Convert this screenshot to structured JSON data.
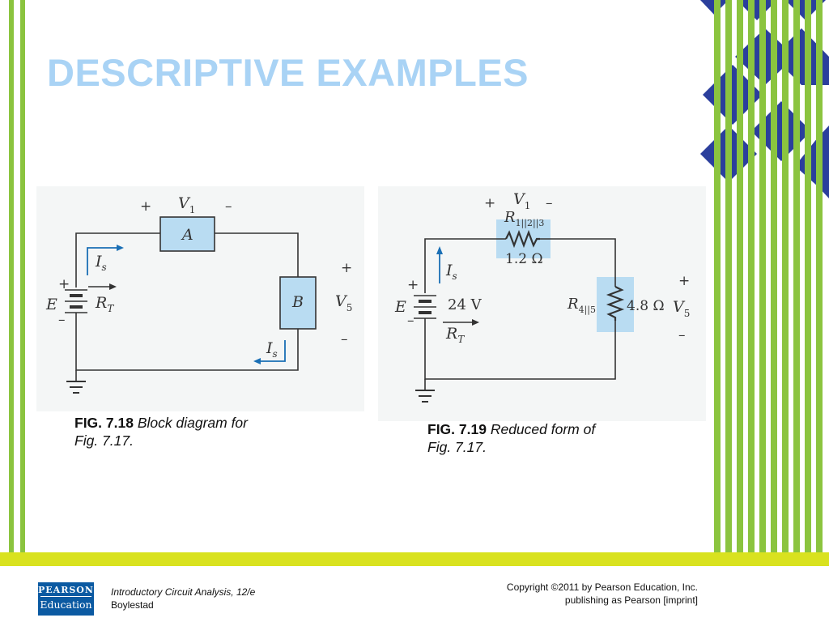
{
  "slide": {
    "title": "DESCRIPTIVE EXAMPLES"
  },
  "fig_718": {
    "caption_num": "FIG. 7.18",
    "caption_text_1": "Block diagram for",
    "caption_text_2": "Fig. 7.17.",
    "plus_top": "+",
    "v1_label": "V",
    "v1_sub": "1",
    "minus_top": "–",
    "block_a": "A",
    "block_b": "B",
    "is_top_label": "I",
    "is_top_sub": "s",
    "is_bottom_label": "I",
    "is_bottom_sub": "s",
    "batt_plus": "+",
    "batt_minus": "–",
    "e_label": "E",
    "rt_label": "R",
    "rt_sub": "T",
    "v5_plus": "+",
    "v5_label": "V",
    "v5_sub": "5",
    "v5_minus": "–"
  },
  "fig_719": {
    "caption_num": "FIG. 7.19",
    "caption_text_1": "Reduced form of",
    "caption_text_2": "Fig. 7.17.",
    "plus_top": "+",
    "v1_label": "V",
    "v1_sub": "1",
    "minus_top": "–",
    "r123_label": "R",
    "r123_sub": "1||2||3",
    "r123_value": "1.2 Ω",
    "r45_label": "R",
    "r45_sub": "4||5",
    "r45_value": "4.8 Ω",
    "is_label": "I",
    "is_sub": "s",
    "batt_plus": "+",
    "batt_minus": "–",
    "e_label": "E",
    "e_value": "24 V",
    "rt_label": "R",
    "rt_sub": "T",
    "v5_plus": "+",
    "v5_label": "V",
    "v5_sub": "5",
    "v5_minus": "–"
  },
  "footer": {
    "logo_line1": "PEARSON",
    "logo_line2": "Education",
    "book_title": "Introductory Circuit Analysis, 12/e",
    "author": "Boylestad",
    "copyright_1": "Copyright ©2011 by Pearson Education, Inc.",
    "copyright_2": "publishing as Pearson [imprint]"
  },
  "colors": {
    "title": "#a9d3f5",
    "stripe_green": "#8bc43f",
    "stripe_yellow": "#d9e21f",
    "diamond_navy": "#2b3f9c",
    "block_fill": "#b9dcf2",
    "wire": "#333333",
    "arrow_blue": "#1a6fb5"
  }
}
